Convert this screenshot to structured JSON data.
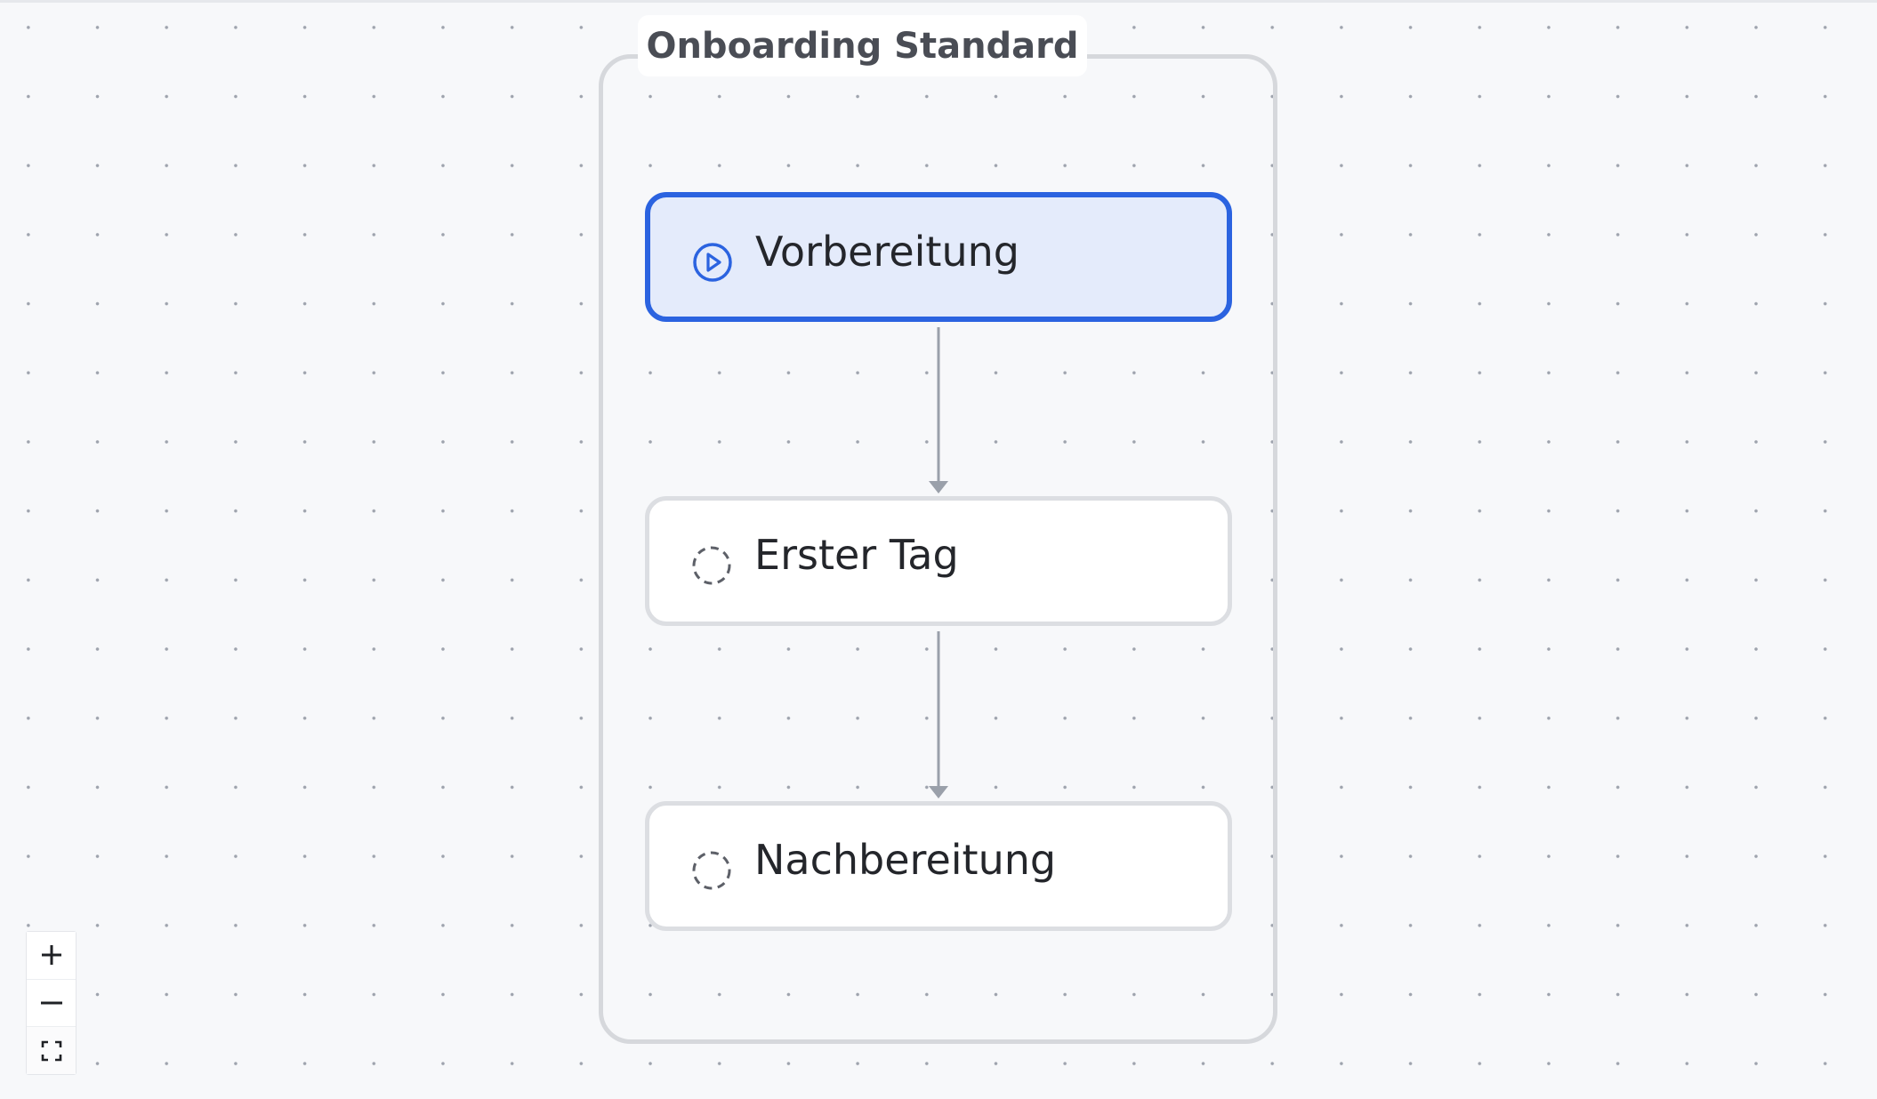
{
  "workflow": {
    "title": "Onboarding Standard",
    "steps": [
      {
        "label": "Vorbereitung",
        "status": "active",
        "icon": "play-circle-icon"
      },
      {
        "label": "Erster Tag",
        "status": "pending",
        "icon": "dashed-circle-icon"
      },
      {
        "label": "Nachbereitung",
        "status": "pending",
        "icon": "dashed-circle-icon"
      }
    ]
  },
  "controls": {
    "zoom_in_icon": "plus-icon",
    "zoom_out_icon": "minus-icon",
    "fit_view_icon": "fit-view-icon"
  },
  "colors": {
    "accent": "#2b63e0",
    "active_fill": "#e4ebfb",
    "canvas": "#f7f8fa",
    "edge": "#9aa0aa"
  }
}
